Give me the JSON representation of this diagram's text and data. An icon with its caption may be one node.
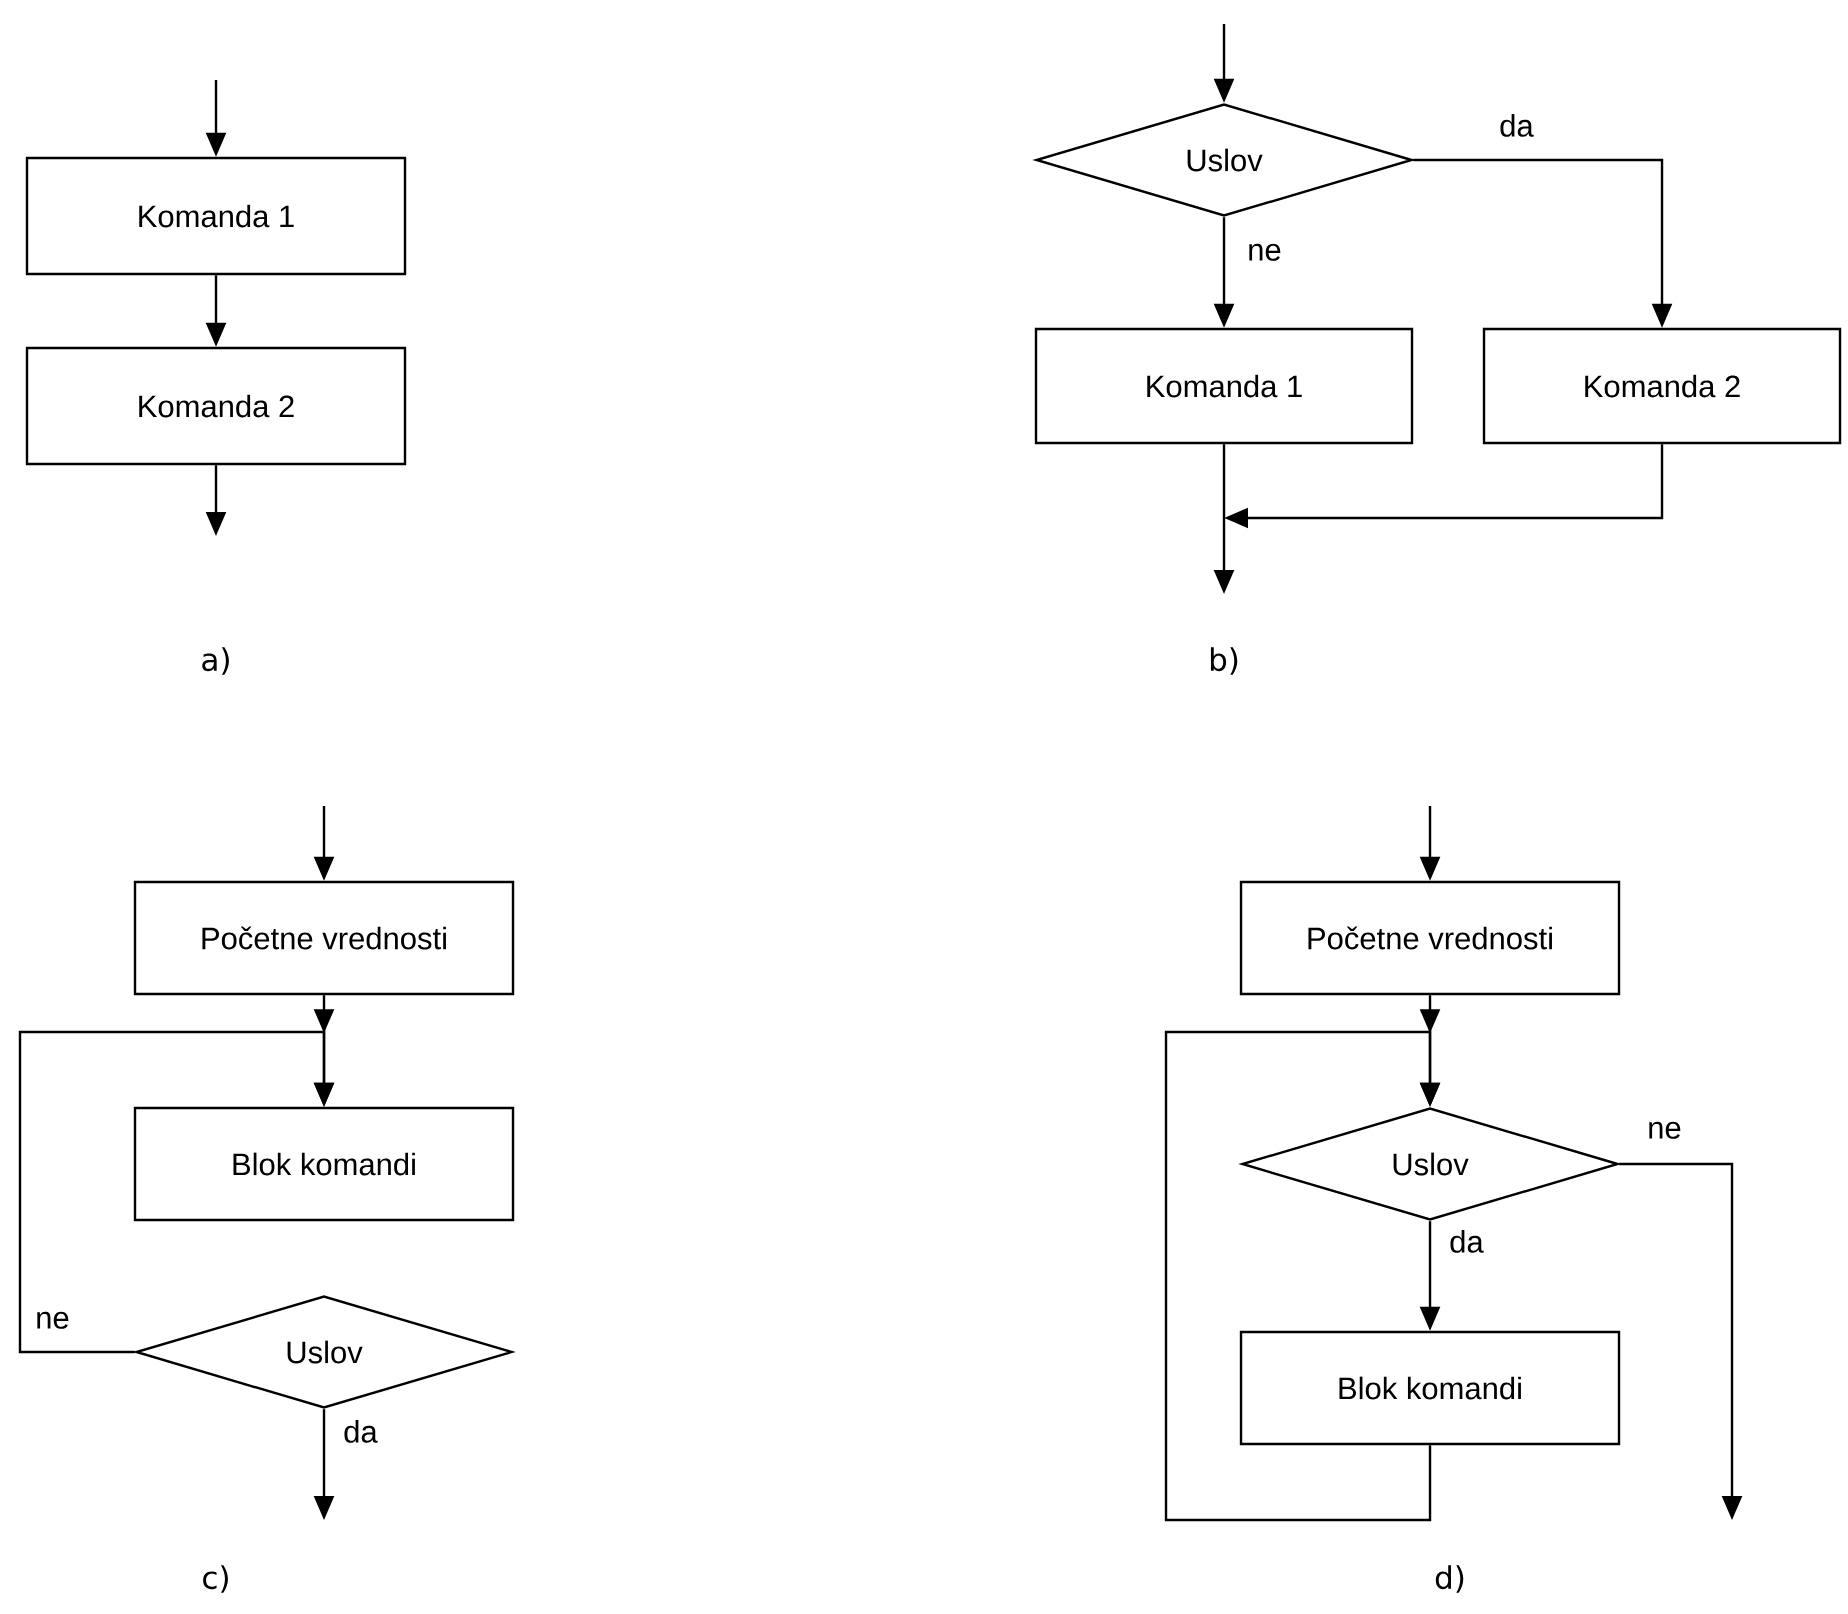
{
  "diagram": {
    "nodes": [
      {
        "text": [
          "Komanda 1"
        ]
      },
      {
        "text": [
          "Komanda 2"
        ]
      },
      {
        "text": [
          "Uslov"
        ]
      },
      {
        "text": [
          "Komanda 1"
        ]
      },
      {
        "text": [
          "Komanda 2"
        ]
      },
      {
        "text": [
          "Početne vrednosti"
        ]
      },
      {
        "text": [
          "Blok komandi"
        ]
      },
      {
        "text": [
          "Uslov"
        ]
      },
      {
        "text": [
          "Početne vrednosti"
        ]
      },
      {
        "text": [
          "Uslov"
        ]
      },
      {
        "text": [
          "Blok komandi"
        ]
      }
    ],
    "edges": [
      {
        "from": null,
        "to": 0,
        "arrow": "to"
      },
      {
        "from": 0,
        "to": 1,
        "arrow": "to"
      },
      {
        "from": 1,
        "to": null,
        "arrow": "to"
      },
      {
        "from": null,
        "to": 2,
        "arrow": "to"
      },
      {
        "from": 2,
        "to": 3,
        "arrow": "to",
        "label": "ne"
      },
      {
        "from": 2,
        "to": 4,
        "arrow": "to",
        "label": "da"
      },
      {
        "from": 3,
        "to": null,
        "arrow": "to"
      },
      {
        "from": 4,
        "to": null,
        "arrow": "to"
      },
      {
        "from": null,
        "to": 5,
        "arrow": "to"
      },
      {
        "from": 5,
        "to": 6,
        "arrow": "to"
      },
      {
        "from": 7,
        "to": 6,
        "arrow": "to",
        "label": "ne"
      },
      {
        "from": 7,
        "to": null,
        "arrow": "to",
        "label": "da"
      },
      {
        "from": null,
        "to": 8,
        "arrow": "to"
      },
      {
        "from": 8,
        "to": 9,
        "arrow": "to"
      },
      {
        "from": 9,
        "to": 10,
        "arrow": "to",
        "label": "da"
      },
      {
        "from": 10,
        "to": 9,
        "arrow": "to"
      },
      {
        "from": 9,
        "to": null,
        "arrow": "to",
        "label": "ne"
      }
    ],
    "labels": [
      "a)",
      "b)",
      "c)",
      "d)"
    ]
  }
}
